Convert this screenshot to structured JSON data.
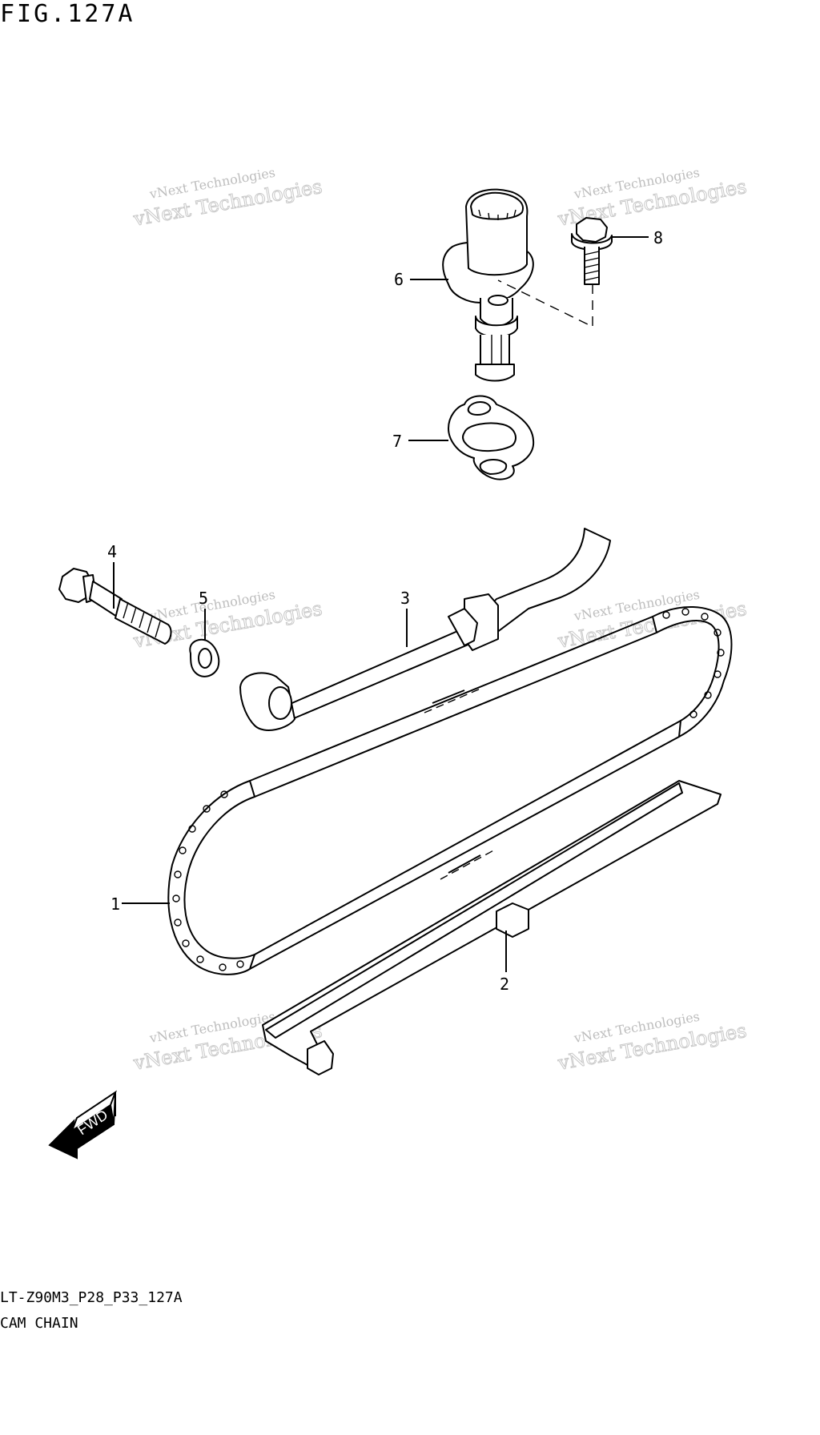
{
  "figure": {
    "title": "FIG.127A",
    "code": "LT-Z90M3_P28_P33_127A",
    "name": "CAM CHAIN"
  },
  "callouts": {
    "c1": "1",
    "c2": "2",
    "c3": "3",
    "c4": "4",
    "c5": "5",
    "c6": "6",
    "c7": "7",
    "c8": "8"
  },
  "badge": {
    "label": "FWD"
  },
  "watermark": {
    "line1": "vNext Technologies",
    "line2": "vNext Technologies"
  },
  "colors": {
    "ink": "#000000",
    "watermark": "#c0c0c0",
    "background": "#ffffff"
  }
}
